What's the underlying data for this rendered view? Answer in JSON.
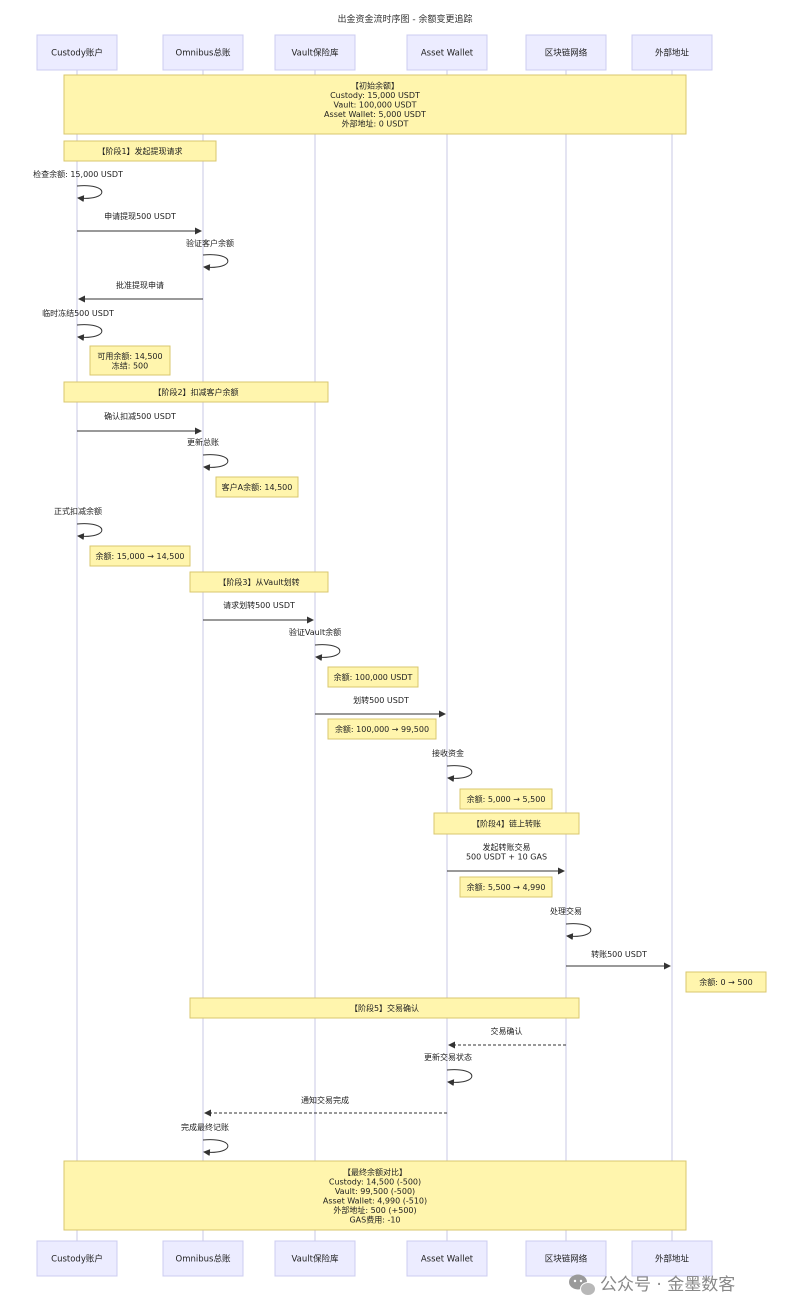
{
  "title": "出金资金流时序图 - 余额变更追踪",
  "actors": [
    "Custody账户",
    "Omnibus总账",
    "Vault保险库",
    "Asset Wallet",
    "区块链网络",
    "外部地址"
  ],
  "watermark": "公众号 · 金墨数客",
  "colors": {
    "actor_fill": "#ECECFF",
    "note_fill": "#FFF5AD",
    "line": "#333333"
  },
  "sequence": [
    {
      "kind": "note",
      "lines": [
        "【初始余额】",
        "Custody: 15,000 USDT",
        "Vault: 100,000 USDT",
        "Asset Wallet: 5,000 USDT",
        "外部地址: 0 USDT"
      ]
    },
    {
      "kind": "note",
      "lines": [
        "【阶段1】发起提现请求"
      ]
    },
    {
      "kind": "message",
      "self": true,
      "label": [
        "检查余额: 15,000 USDT"
      ]
    },
    {
      "kind": "message",
      "label": [
        "申请提现500 USDT"
      ]
    },
    {
      "kind": "message",
      "self": true,
      "label": [
        "验证客户余额"
      ]
    },
    {
      "kind": "message",
      "label": [
        "批准提现申请"
      ]
    },
    {
      "kind": "message",
      "self": true,
      "label": [
        "临时冻结500 USDT"
      ]
    },
    {
      "kind": "note",
      "lines": [
        "可用余额: 14,500",
        "冻结: 500"
      ]
    },
    {
      "kind": "note",
      "lines": [
        "【阶段2】扣减客户余额"
      ]
    },
    {
      "kind": "message",
      "label": [
        "确认扣减500 USDT"
      ]
    },
    {
      "kind": "message",
      "self": true,
      "label": [
        "更新总账"
      ]
    },
    {
      "kind": "note",
      "lines": [
        "客户A余额: 14,500"
      ]
    },
    {
      "kind": "message",
      "self": true,
      "label": [
        "正式扣减余额"
      ]
    },
    {
      "kind": "note",
      "lines": [
        "余额: 15,000 → 14,500"
      ]
    },
    {
      "kind": "note",
      "lines": [
        "【阶段3】从Vault划转"
      ]
    },
    {
      "kind": "message",
      "label": [
        "请求划转500 USDT"
      ]
    },
    {
      "kind": "message",
      "self": true,
      "label": [
        "验证Vault余额"
      ]
    },
    {
      "kind": "note",
      "lines": [
        "余额: 100,000 USDT"
      ]
    },
    {
      "kind": "message",
      "label": [
        "划转500 USDT"
      ]
    },
    {
      "kind": "note",
      "lines": [
        "余额: 100,000 → 99,500"
      ]
    },
    {
      "kind": "message",
      "self": true,
      "label": [
        "接收资金"
      ]
    },
    {
      "kind": "note",
      "lines": [
        "余额: 5,000 → 5,500"
      ]
    },
    {
      "kind": "note",
      "lines": [
        "【阶段4】链上转账"
      ]
    },
    {
      "kind": "message",
      "label": [
        "发起转账交易",
        "500 USDT + 10 GAS"
      ]
    },
    {
      "kind": "note",
      "lines": [
        "余额: 5,500 → 4,990"
      ]
    },
    {
      "kind": "message",
      "self": true,
      "label": [
        "处理交易"
      ]
    },
    {
      "kind": "message",
      "label": [
        "转账500 USDT"
      ]
    },
    {
      "kind": "note",
      "lines": [
        "余额: 0 → 500"
      ]
    },
    {
      "kind": "note",
      "lines": [
        "【阶段5】交易确认"
      ]
    },
    {
      "kind": "message",
      "dashed": true,
      "label": [
        "交易确认"
      ]
    },
    {
      "kind": "message",
      "self": true,
      "label": [
        "更新交易状态"
      ]
    },
    {
      "kind": "message",
      "dashed": true,
      "label": [
        "通知交易完成"
      ]
    },
    {
      "kind": "message",
      "self": true,
      "label": [
        "完成最终记账"
      ]
    },
    {
      "kind": "note",
      "lines": [
        "【最终余额对比】",
        "Custody: 14,500 (-500)",
        "Vault: 99,500 (-500)",
        "Asset Wallet: 4,990 (-510)",
        "外部地址: 500 (+500)",
        "GAS费用: -10"
      ]
    }
  ]
}
